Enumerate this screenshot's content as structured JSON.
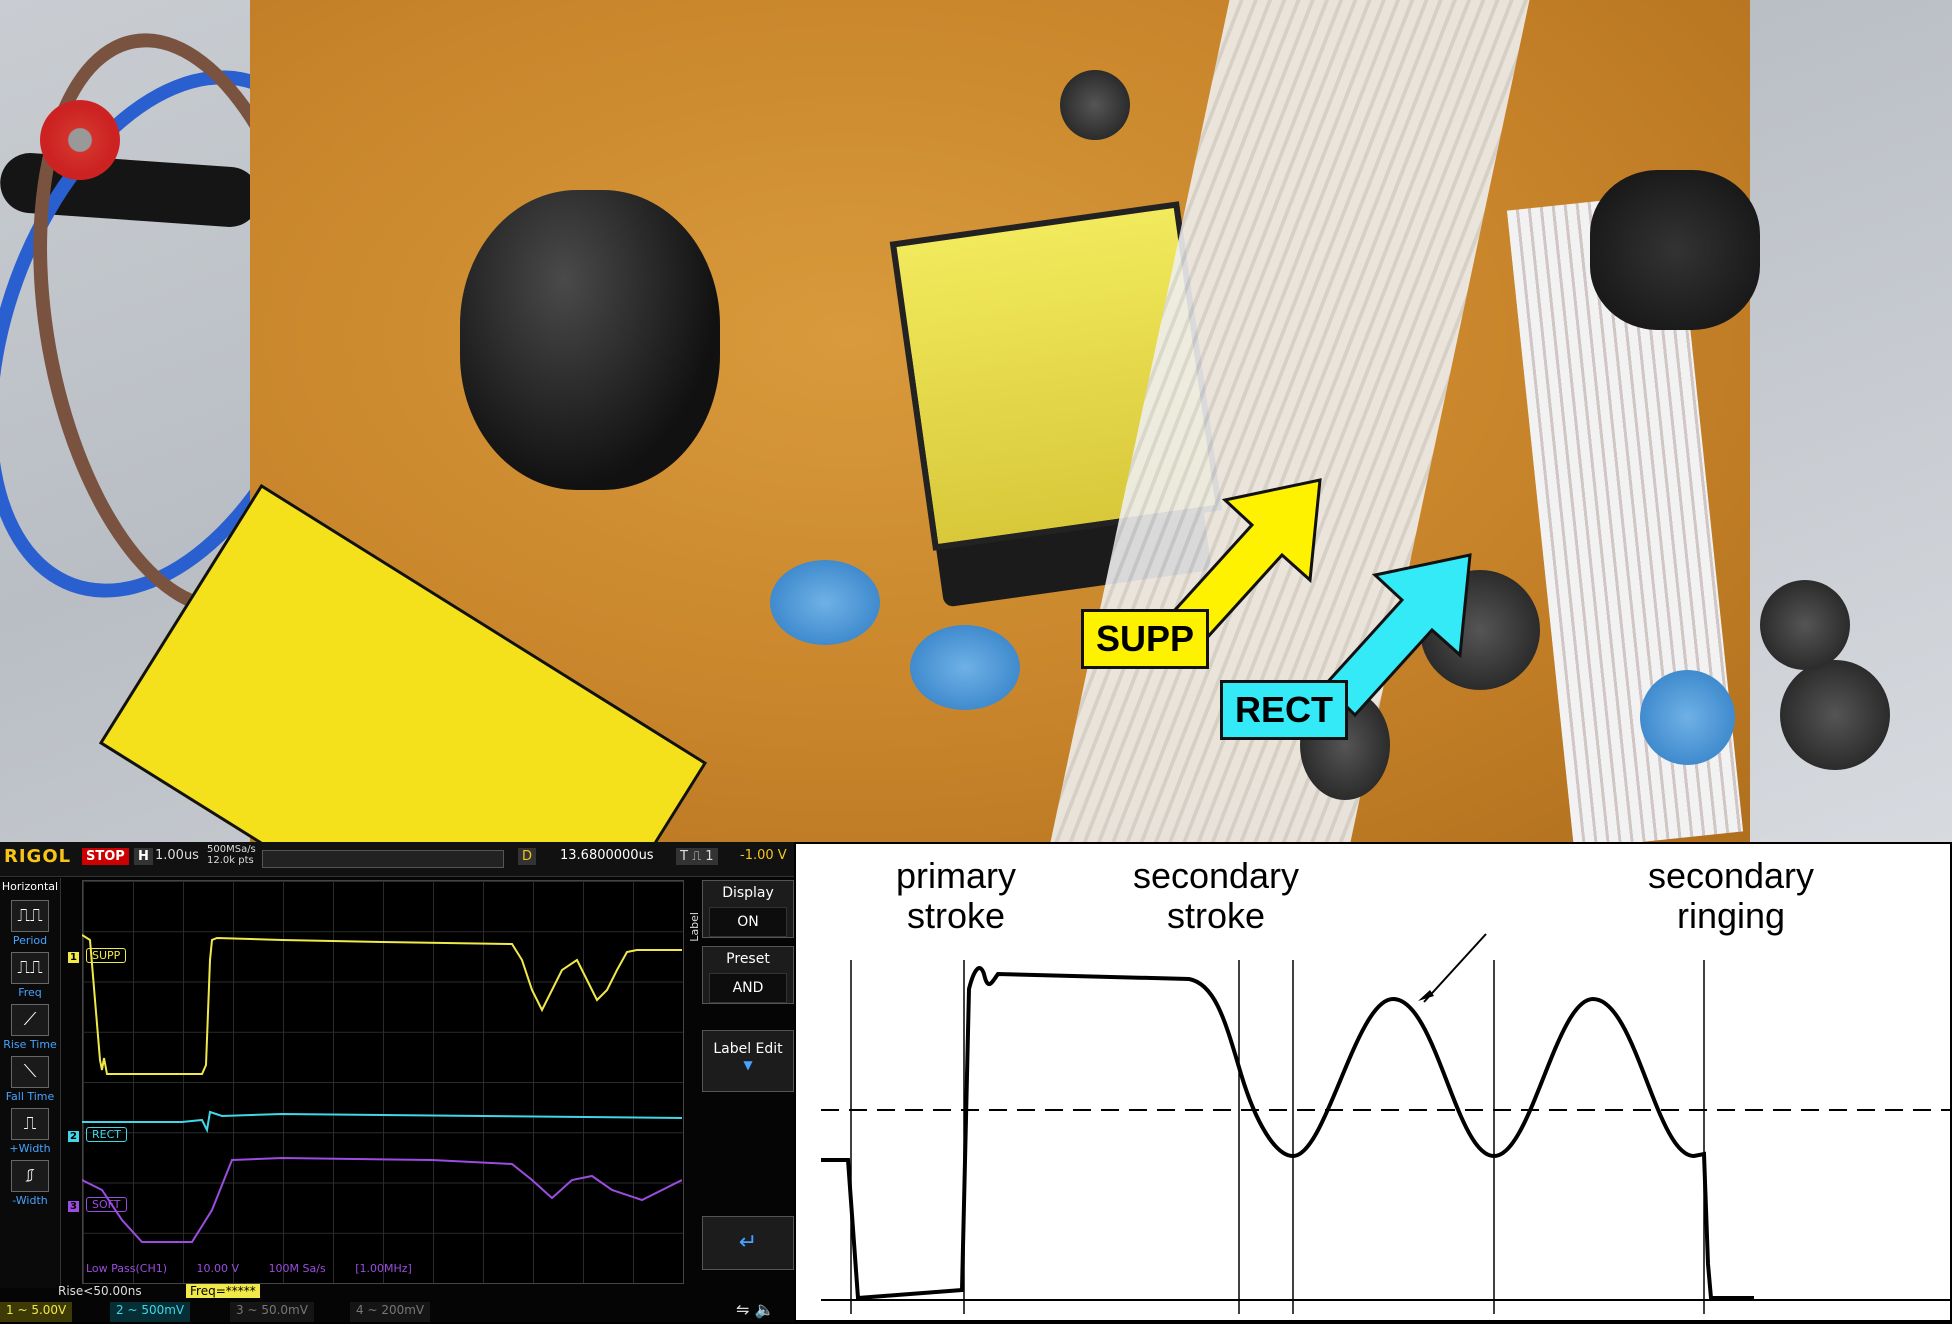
{
  "photo": {
    "labels": {
      "supp": "SUPP",
      "rect": "RECT"
    },
    "colors": {
      "supp": "#fff200",
      "rect": "#35eaf7"
    }
  },
  "scope": {
    "brand": "RIGOL",
    "state": "STOP",
    "h_label": "H",
    "timebase": "1.00us",
    "sample_rate": "500MSa/s",
    "points": "12.0k pts",
    "d_label": "D",
    "delay": "13.6800000us",
    "trigger_level": "-1.00 V",
    "side_menu": {
      "title": "Horizontal",
      "items": [
        "Period",
        "Freq",
        "Rise Time",
        "Fall Time",
        "+Width",
        "-Width"
      ]
    },
    "channels": [
      {
        "tag": "SUPP",
        "num": "1",
        "color": "#f1e94a",
        "scale": "5.00V"
      },
      {
        "tag": "RECT",
        "num": "2",
        "color": "#41d6e8",
        "scale": "500mV"
      },
      {
        "tag": "SOFT",
        "num": "3",
        "color": "#9b4de0",
        "scale": "50.0mV"
      },
      {
        "tag": "",
        "num": "4",
        "color": "#777777",
        "scale": "200mV"
      }
    ],
    "filter_info": {
      "mode": "Low Pass(CH1)",
      "volts": "10.00 V",
      "rate": "100M Sa/s",
      "bw": "[1.00MHz]"
    },
    "right_menu": {
      "vertical_label": "Label",
      "display_title": "Display",
      "display_val": "ON",
      "preset_title": "Preset",
      "preset_val": "AND",
      "label_edit": "Label Edit"
    },
    "measurements": {
      "rise": "Rise<50.00ns",
      "freq": "Freq=*****"
    }
  },
  "diagram": {
    "primary": "primary\nstroke",
    "secondary_stroke": "secondary\nstroke",
    "secondary_ringing": "secondary\nringing"
  }
}
